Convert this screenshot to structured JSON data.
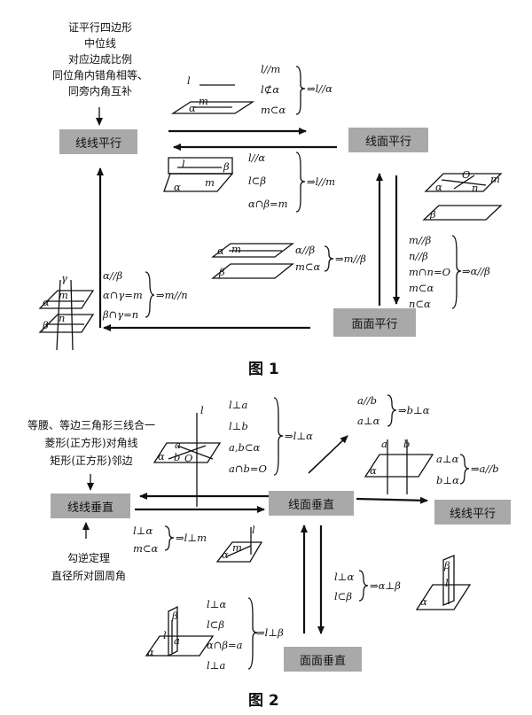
{
  "figure1": {
    "caption": "图 1",
    "top_left_notes": [
      "证平行四边形",
      "中位线",
      "对应边成比例",
      "同位角内错角相等、",
      "同旁内角互补"
    ],
    "boxes": {
      "line_line_parallel": "线线平行",
      "line_plane_parallel": "线面平行",
      "plane_plane_parallel": "面面平行"
    },
    "cond_lp": {
      "lines": [
        "l//m",
        "l⊄α",
        "m⊂α"
      ],
      "result": "⇒l//α"
    },
    "cond_pl": {
      "lines": [
        "l//α",
        "l⊂β",
        "α∩β=m"
      ],
      "result": "⇒l//m"
    },
    "cond_pp": {
      "lines": [
        "m//β",
        "n//β",
        "m∩n=O",
        "m⊂α",
        "n⊂α"
      ],
      "result": "⇒α//β"
    },
    "cond_ppl": {
      "lines": [
        "α//β",
        "m⊂α"
      ],
      "result": "⇒m//β"
    },
    "cond_ppll": {
      "lines": [
        "α//β",
        "α∩γ=m",
        "β∩γ=n"
      ],
      "result": "⇒m//n"
    },
    "labels": {
      "l": "l",
      "m": "m",
      "n": "n",
      "O": "O",
      "alpha": "α",
      "beta": "β",
      "gamma": "γ"
    }
  },
  "figure2": {
    "caption": "图 2",
    "top_left_notes": [
      "等腰、等边三角形三线合一",
      "菱形(正方形)对角线",
      "矩形(正方形)邻边"
    ],
    "bottom_left_notes": [
      "勾逆定理",
      "直径所对圆周角"
    ],
    "boxes": {
      "line_line_perp": "线线垂直",
      "line_plane_perp": "线面垂直",
      "plane_plane_perp": "面面垂直",
      "line_line_parallel": "线线平行"
    },
    "cond_lp": {
      "lines": [
        "l⊥a",
        "l⊥b",
        "a,b⊂α",
        "a∩b=O"
      ],
      "result": "⇒l⊥α"
    },
    "cond_par_perp": {
      "lines": [
        "a//b",
        "a⊥α"
      ],
      "result": "⇒b⊥α"
    },
    "cond_perp_par": {
      "lines": [
        "a⊥α",
        "b⊥α"
      ],
      "result": "⇒a//b"
    },
    "cond_ll": {
      "lines": [
        "l⊥α",
        "m⊂α"
      ],
      "result": "⇒l⊥m"
    },
    "cond_pp": {
      "lines": [
        "l⊥α",
        "l⊂β"
      ],
      "result": "⇒α⊥β"
    },
    "cond_pl": {
      "lines": [
        "l⊥α",
        "l⊂β",
        "α∩β=a",
        "l⊥a"
      ],
      "result": "⇒l⊥β"
    },
    "labels": {
      "l": "l",
      "a": "a",
      "b": "b",
      "m": "m",
      "O": "O",
      "alpha": "α",
      "beta": "β"
    }
  }
}
